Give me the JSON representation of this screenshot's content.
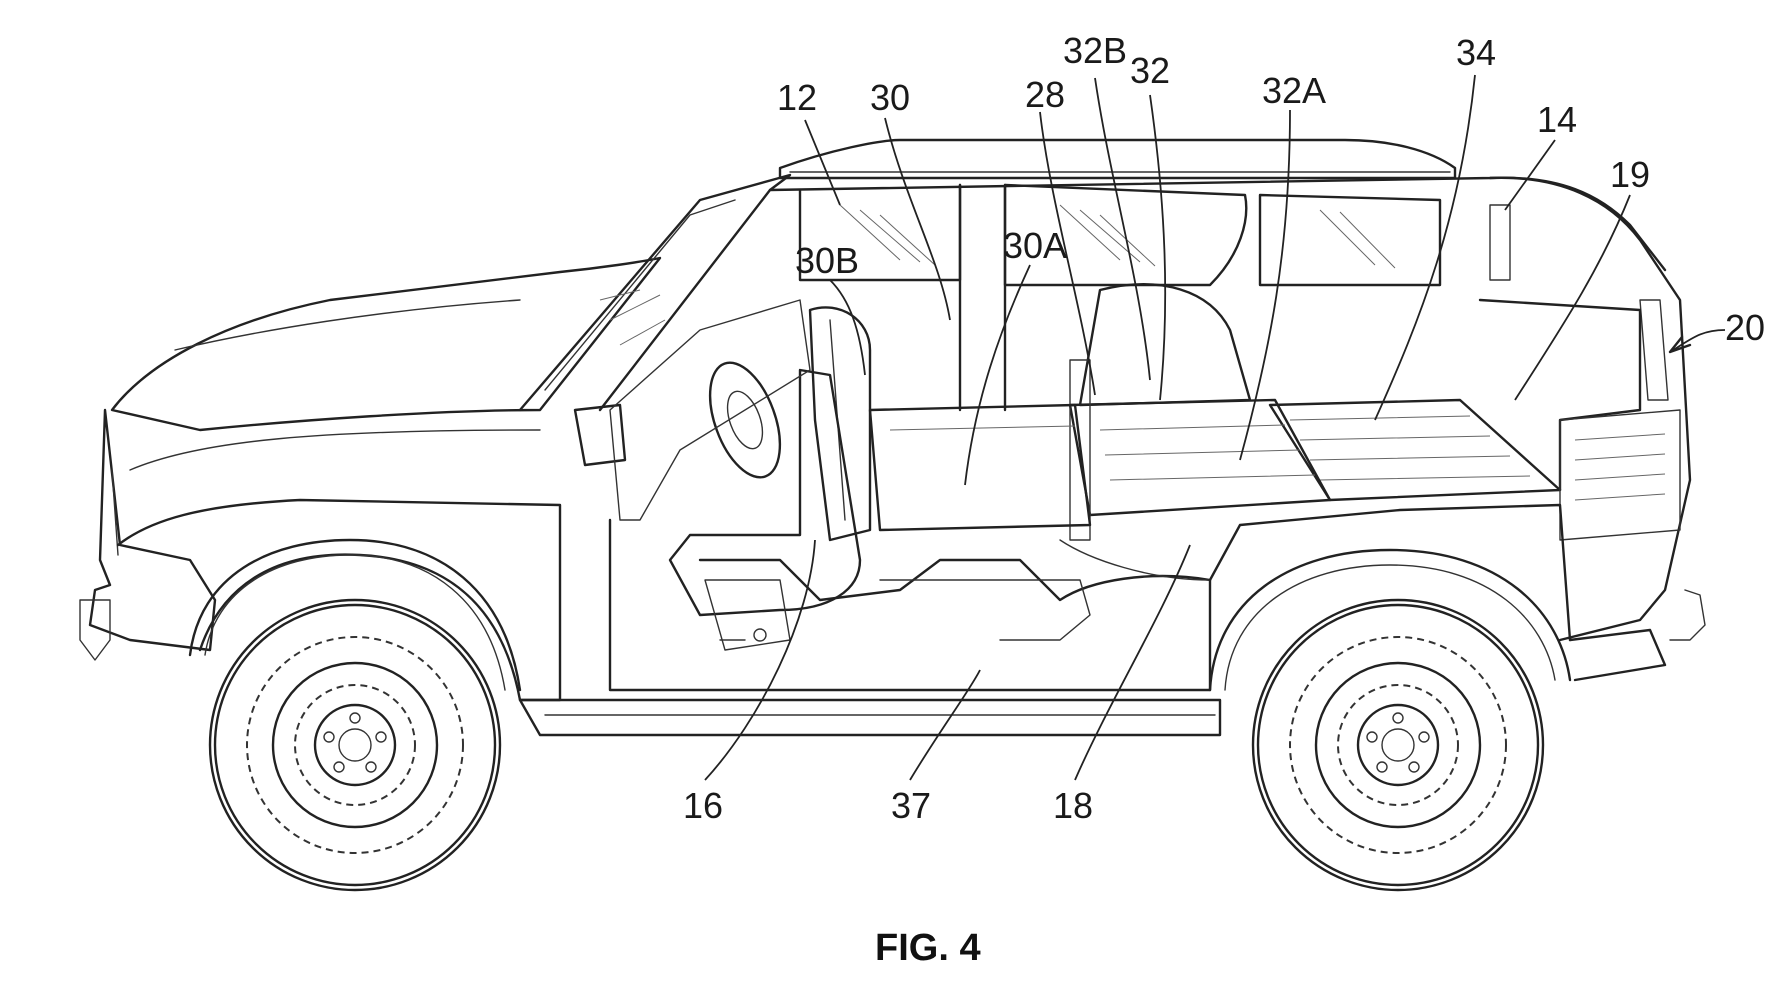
{
  "figure": {
    "caption": "FIG. 4",
    "reference_numerals": {
      "n12": "12",
      "n30": "30",
      "n28": "28",
      "n32B": "32B",
      "n32": "32",
      "n32A": "32A",
      "n34": "34",
      "n14": "14",
      "n19": "19",
      "n20": "20",
      "n30B": "30B",
      "n30A": "30A",
      "n16": "16",
      "n37": "37",
      "n18": "18"
    }
  }
}
